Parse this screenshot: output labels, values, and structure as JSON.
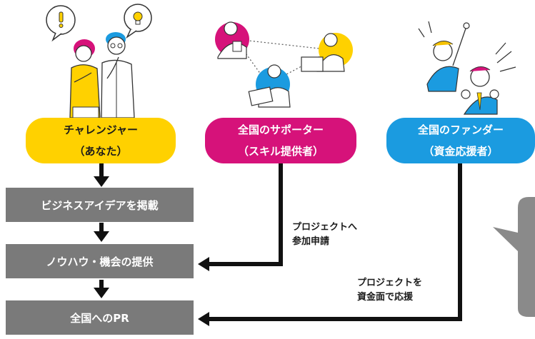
{
  "colors": {
    "challenger": "#FFD100",
    "supporter": "#D6127A",
    "funder": "#1B9BE0",
    "step_box": "#7A7A7A",
    "arrow": "#111111"
  },
  "roles": {
    "challenger": {
      "line1": "チャレンジャー",
      "line2": "（あなた）"
    },
    "supporter": {
      "line1": "全国のサポーター",
      "line2": "（スキル提供者）"
    },
    "funder": {
      "line1": "全国のファンダー",
      "line2": "（資金応援者）"
    }
  },
  "steps": [
    {
      "label": "ビジネスアイデアを掲載"
    },
    {
      "label": "ノウハウ・機会の提供"
    },
    {
      "label": "全国へのPR"
    }
  ],
  "annotations": {
    "supporter_action": {
      "line1": "プロジェクトへ",
      "line2": "参加申請"
    },
    "funder_action": {
      "line1": "プロジェクトを",
      "line2": "資金面で応援"
    }
  },
  "illustrations": {
    "challenger": "thinking-people-illustration",
    "supporter": "networked-supporters-illustration",
    "funder": "cheering-funders-illustration"
  }
}
